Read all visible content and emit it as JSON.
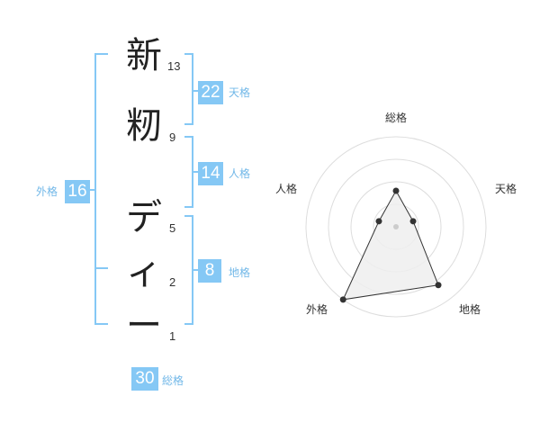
{
  "name": {
    "chars": [
      {
        "char": "新",
        "strokes": "13"
      },
      {
        "char": "籾",
        "strokes": "9"
      },
      {
        "char": "デ",
        "strokes": "5"
      },
      {
        "char": "ィ",
        "strokes": "2"
      },
      {
        "char": "ー",
        "strokes": "1"
      }
    ]
  },
  "kaku": {
    "tenkaku": {
      "value": "22",
      "label": "天格"
    },
    "jinkaku": {
      "value": "14",
      "label": "人格"
    },
    "chikaku": {
      "value": "8",
      "label": "地格"
    },
    "gaikaku": {
      "value": "16",
      "label": "外格"
    },
    "soukaku": {
      "value": "30",
      "label": "総格"
    }
  },
  "radar": {
    "axes": [
      "総格",
      "天格",
      "地格",
      "外格",
      "人格"
    ],
    "levels": 4,
    "values": [
      2,
      1,
      4,
      5,
      1
    ],
    "max": 5,
    "colors": {
      "fill": "#efefef",
      "stroke": "#333333",
      "grid": "#dddddd",
      "point": "#333333"
    }
  },
  "colors": {
    "accent": "#85c8f5",
    "accent_text": "#72b8e8"
  }
}
